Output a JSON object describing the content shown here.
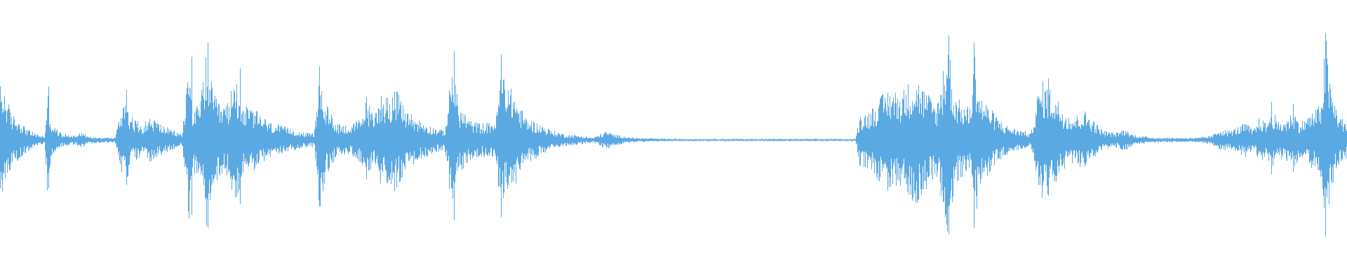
{
  "waveform": {
    "color": "#5aa9e3",
    "background": "#ffffff",
    "channels": 1,
    "envelope": [
      [
        0,
        0.45
      ],
      [
        0.004,
        0.42
      ],
      [
        0.008,
        0.22
      ],
      [
        0.012,
        0.2
      ],
      [
        0.018,
        0.12
      ],
      [
        0.025,
        0.06
      ],
      [
        0.033,
        0.03
      ],
      [
        0.035,
        0.45
      ],
      [
        0.038,
        0.14
      ],
      [
        0.045,
        0.06
      ],
      [
        0.055,
        0.04
      ],
      [
        0.06,
        0.08
      ],
      [
        0.065,
        0.03
      ],
      [
        0.085,
        0.02
      ],
      [
        0.093,
        0.42
      ],
      [
        0.097,
        0.2
      ],
      [
        0.105,
        0.14
      ],
      [
        0.112,
        0.2
      ],
      [
        0.118,
        0.15
      ],
      [
        0.125,
        0.1
      ],
      [
        0.135,
        0.05
      ],
      [
        0.14,
        0.7
      ],
      [
        0.143,
        0.3
      ],
      [
        0.148,
        0.28
      ],
      [
        0.153,
        0.8
      ],
      [
        0.158,
        0.4
      ],
      [
        0.163,
        0.3
      ],
      [
        0.168,
        0.3
      ],
      [
        0.175,
        0.55
      ],
      [
        0.18,
        0.3
      ],
      [
        0.19,
        0.25
      ],
      [
        0.2,
        0.15
      ],
      [
        0.215,
        0.1
      ],
      [
        0.228,
        0.06
      ],
      [
        0.233,
        0.06
      ],
      [
        0.237,
        0.6
      ],
      [
        0.242,
        0.3
      ],
      [
        0.25,
        0.15
      ],
      [
        0.26,
        0.12
      ],
      [
        0.268,
        0.2
      ],
      [
        0.272,
        0.35
      ],
      [
        0.277,
        0.2
      ],
      [
        0.282,
        0.4
      ],
      [
        0.288,
        0.38
      ],
      [
        0.293,
        0.45
      ],
      [
        0.3,
        0.28
      ],
      [
        0.31,
        0.18
      ],
      [
        0.32,
        0.12
      ],
      [
        0.33,
        0.08
      ],
      [
        0.336,
        0.7
      ],
      [
        0.34,
        0.3
      ],
      [
        0.35,
        0.16
      ],
      [
        0.36,
        0.14
      ],
      [
        0.368,
        0.18
      ],
      [
        0.372,
        0.68
      ],
      [
        0.377,
        0.4
      ],
      [
        0.38,
        0.45
      ],
      [
        0.385,
        0.3
      ],
      [
        0.39,
        0.2
      ],
      [
        0.4,
        0.14
      ],
      [
        0.41,
        0.08
      ],
      [
        0.42,
        0.05
      ],
      [
        0.43,
        0.04
      ],
      [
        0.44,
        0.02
      ],
      [
        0.445,
        0.05
      ],
      [
        0.45,
        0.08
      ],
      [
        0.455,
        0.05
      ],
      [
        0.47,
        0.02
      ],
      [
        0.48,
        0.015
      ],
      [
        0.5,
        0.01
      ],
      [
        0.55,
        0.01
      ],
      [
        0.6,
        0.01
      ],
      [
        0.635,
        0.01
      ],
      [
        0.638,
        0.22
      ],
      [
        0.645,
        0.25
      ],
      [
        0.652,
        0.35
      ],
      [
        0.66,
        0.45
      ],
      [
        0.668,
        0.4
      ],
      [
        0.675,
        0.5
      ],
      [
        0.68,
        0.55
      ],
      [
        0.685,
        0.45
      ],
      [
        0.69,
        0.38
      ],
      [
        0.695,
        0.3
      ],
      [
        0.7,
        0.55
      ],
      [
        0.704,
        0.85
      ],
      [
        0.708,
        0.4
      ],
      [
        0.715,
        0.3
      ],
      [
        0.72,
        0.28
      ],
      [
        0.723,
        0.8
      ],
      [
        0.727,
        0.4
      ],
      [
        0.733,
        0.3
      ],
      [
        0.74,
        0.2
      ],
      [
        0.745,
        0.14
      ],
      [
        0.752,
        0.1
      ],
      [
        0.76,
        0.08
      ],
      [
        0.765,
        0.05
      ],
      [
        0.77,
        0.4
      ],
      [
        0.774,
        0.5
      ],
      [
        0.779,
        0.45
      ],
      [
        0.785,
        0.35
      ],
      [
        0.79,
        0.25
      ],
      [
        0.797,
        0.2
      ],
      [
        0.805,
        0.25
      ],
      [
        0.81,
        0.2
      ],
      [
        0.815,
        0.12
      ],
      [
        0.82,
        0.08
      ],
      [
        0.828,
        0.06
      ],
      [
        0.835,
        0.1
      ],
      [
        0.84,
        0.05
      ],
      [
        0.85,
        0.03
      ],
      [
        0.86,
        0.02
      ],
      [
        0.87,
        0.02
      ],
      [
        0.88,
        0.02
      ],
      [
        0.89,
        0.02
      ],
      [
        0.9,
        0.04
      ],
      [
        0.905,
        0.1
      ],
      [
        0.912,
        0.08
      ],
      [
        0.92,
        0.12
      ],
      [
        0.925,
        0.15
      ],
      [
        0.93,
        0.08
      ],
      [
        0.935,
        0.2
      ],
      [
        0.94,
        0.14
      ],
      [
        0.944,
        0.3
      ],
      [
        0.948,
        0.15
      ],
      [
        0.955,
        0.18
      ],
      [
        0.96,
        0.25
      ],
      [
        0.965,
        0.15
      ],
      [
        0.97,
        0.2
      ],
      [
        0.975,
        0.25
      ],
      [
        0.98,
        0.3
      ],
      [
        0.984,
        0.9
      ],
      [
        0.987,
        0.5
      ],
      [
        0.99,
        0.35
      ],
      [
        0.995,
        0.2
      ],
      [
        1.0,
        0.15
      ]
    ],
    "spikes": [
      [
        0.0,
        0.45
      ],
      [
        0.036,
        0.45
      ],
      [
        0.094,
        0.42
      ],
      [
        0.142,
        0.7
      ],
      [
        0.154,
        0.82
      ],
      [
        0.178,
        0.6
      ],
      [
        0.237,
        0.62
      ],
      [
        0.272,
        0.36
      ],
      [
        0.337,
        0.75
      ],
      [
        0.372,
        0.72
      ],
      [
        0.377,
        0.42
      ],
      [
        0.704,
        0.88
      ],
      [
        0.723,
        0.82
      ],
      [
        0.7,
        0.58
      ],
      [
        0.778,
        0.52
      ],
      [
        0.984,
        0.9
      ],
      [
        0.96,
        0.3
      ],
      [
        0.944,
        0.32
      ]
    ]
  }
}
